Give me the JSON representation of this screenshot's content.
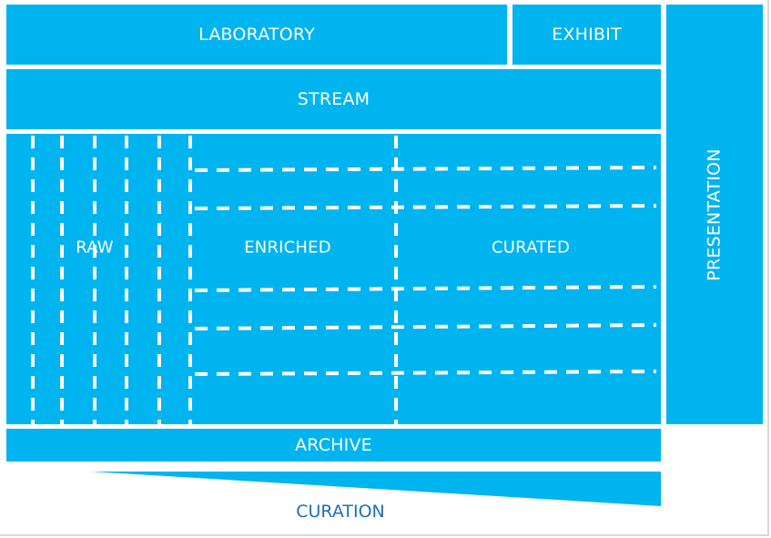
{
  "labels": {
    "laboratory": "LABORATORY",
    "exhibit": "EXHIBIT",
    "stream": "STREAM",
    "presentation": "PRESENTATION",
    "raw": "RAW",
    "enriched": "ENRICHED",
    "curated": "CURATED",
    "archive": "ARCHIVE",
    "curation": "CURATION"
  },
  "colors": {
    "block": "#00b4f0",
    "text": "#ffffff",
    "dash": "#ffffff",
    "curation_text": "#1f6fb2"
  }
}
